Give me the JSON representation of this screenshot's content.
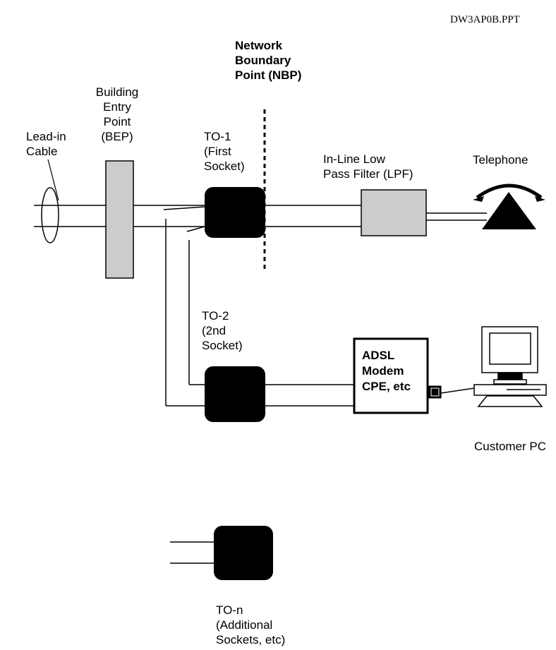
{
  "doc_id": "DW3AP0B.PPT",
  "labels": {
    "nbp": [
      "Network",
      "Boundary",
      "Point (NBP)"
    ],
    "bep": [
      "Building",
      "Entry",
      "Point",
      "(BEP)"
    ],
    "leadin": [
      "Lead-in",
      "Cable"
    ],
    "to1": [
      "TO-1",
      "(First",
      "Socket)"
    ],
    "lpf": [
      "In-Line Low",
      "Pass Filter (LPF)"
    ],
    "telephone": "Telephone",
    "to2": [
      "TO-2",
      "(2nd",
      "Socket)"
    ],
    "adsl": [
      "ADSL",
      "Modem",
      "CPE, etc"
    ],
    "pc": "Customer PC",
    "ton": [
      "TO-n",
      "(Additional",
      "Sockets, etc)"
    ]
  }
}
